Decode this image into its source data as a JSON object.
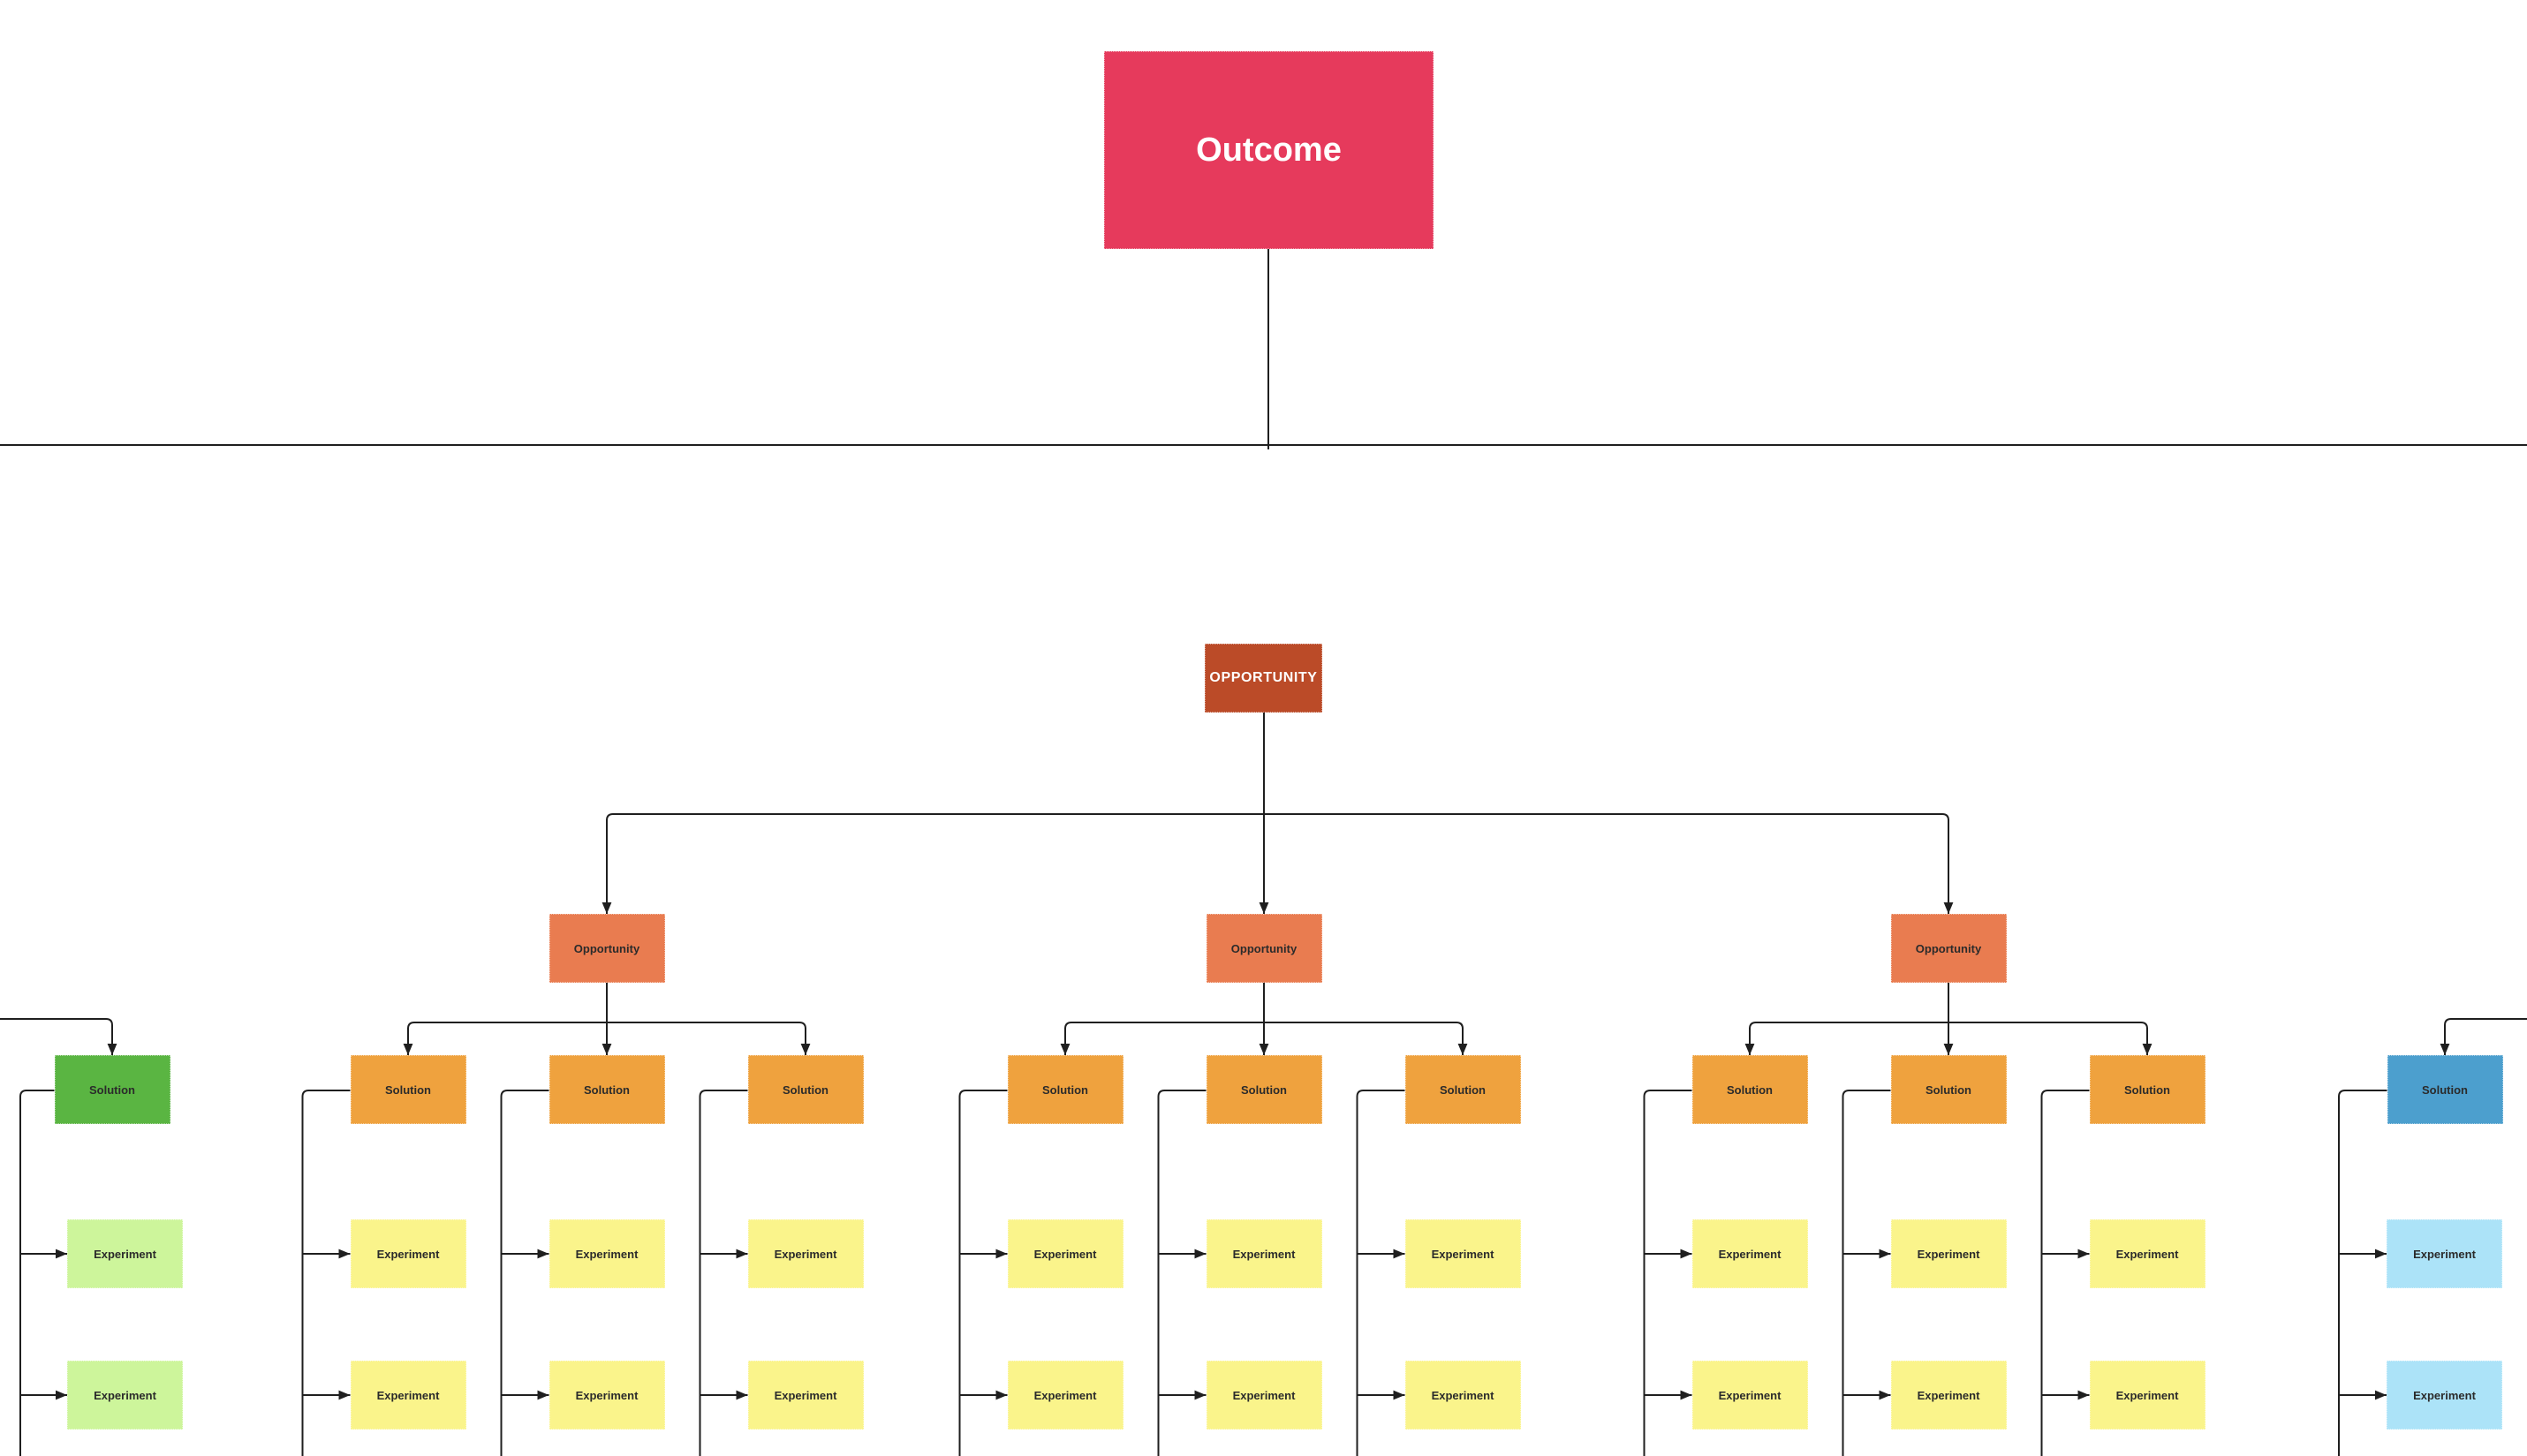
{
  "diagram": {
    "type": "opportunity-solution-tree",
    "background": "#ffffff",
    "line_color": "#1f1f1f"
  },
  "palette": {
    "outcome": "#e63a5c",
    "opportunity_header": "#bb4b28",
    "opportunity": "#e97c50",
    "solution_orange": "#efa23e",
    "experiment_yellow": "#faf48b",
    "solution_green": "#5ab542",
    "experiment_green": "#cdf59b",
    "solution_blue": "#4c9fce",
    "experiment_blue": "#ace3f8",
    "text_light": "#ffffff",
    "text_dark": "#2b2b2b"
  },
  "nodes": {
    "outcome": {
      "label": "Outcome"
    },
    "opportunity_header": {
      "label": "OPPORTUNITY"
    }
  },
  "tree": {
    "partial_left": {
      "style": "green",
      "solution": {
        "label": "Solution",
        "experiments": [
          "Experiment",
          "Experiment"
        ]
      }
    },
    "opportunities": [
      {
        "label": "Opportunity",
        "solutions": [
          {
            "label": "Solution",
            "experiments": [
              "Experiment",
              "Experiment"
            ]
          },
          {
            "label": "Solution",
            "experiments": [
              "Experiment",
              "Experiment"
            ]
          },
          {
            "label": "Solution",
            "experiments": [
              "Experiment",
              "Experiment"
            ]
          }
        ]
      },
      {
        "label": "Opportunity",
        "solutions": [
          {
            "label": "Solution",
            "experiments": [
              "Experiment",
              "Experiment"
            ]
          },
          {
            "label": "Solution",
            "experiments": [
              "Experiment",
              "Experiment"
            ]
          },
          {
            "label": "Solution",
            "experiments": [
              "Experiment",
              "Experiment"
            ]
          }
        ]
      },
      {
        "label": "Opportunity",
        "solutions": [
          {
            "label": "Solution",
            "experiments": [
              "Experiment",
              "Experiment"
            ]
          },
          {
            "label": "Solution",
            "experiments": [
              "Experiment",
              "Experiment"
            ]
          },
          {
            "label": "Solution",
            "experiments": [
              "Experiment",
              "Experiment"
            ]
          }
        ]
      }
    ],
    "partial_right": {
      "style": "blue",
      "solution": {
        "label": "Solution",
        "experiments": [
          "Experiment",
          "Experiment"
        ]
      }
    }
  }
}
